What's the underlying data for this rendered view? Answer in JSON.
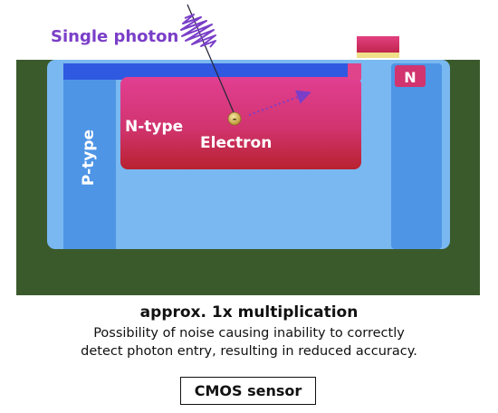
{
  "diagram": {
    "photon_label": "Single photon",
    "n_type_label": "N-type",
    "electron_label": "Electron",
    "p_type_label": "P-type",
    "n_label": "N",
    "electron_symbol": "-"
  },
  "caption": {
    "title": "approx. 1x multiplication",
    "desc_line1": "Possibility of noise causing inability to correctly",
    "desc_line2": "detect photon entry, resulting in reduced accuracy.",
    "sensor_label": "CMOS sensor"
  },
  "colors": {
    "substrate": "#3b5a2c",
    "p_type_light": "#79b8f0",
    "p_type_well": "#4e95e6",
    "blue_dark": "#2f59e0",
    "n_type_top": "#e23f92",
    "n_type_bottom": "#b8222f",
    "photon": "#7a3ec8",
    "electron": "#c8a64a"
  }
}
